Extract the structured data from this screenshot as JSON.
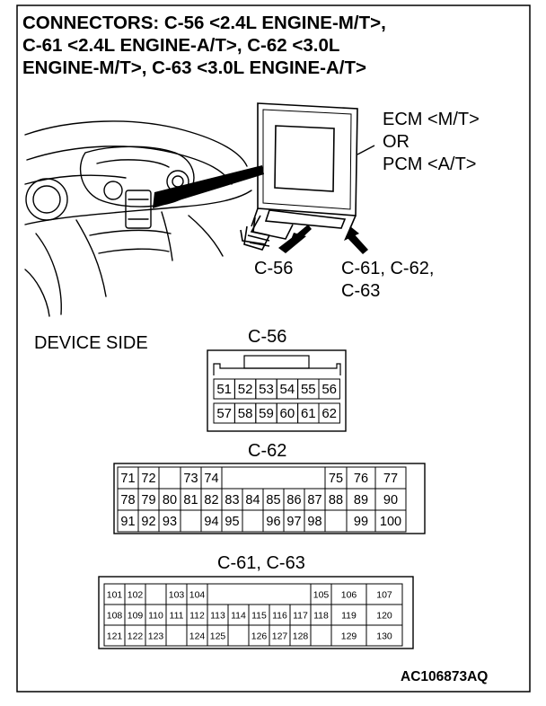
{
  "title": {
    "line1": "CONNECTORS: C-56 <2.4L ENGINE-M/T>,",
    "line2": "C-61 <2.4L ENGINE-A/T>, C-62 <3.0L",
    "line3": "ENGINE-M/T>, C-63 <3.0L ENGINE-A/T>"
  },
  "module_label": {
    "line1": "ECM <M/T>",
    "line2": "OR",
    "line3": "PCM <A/T>"
  },
  "callouts": {
    "left": "C-56",
    "right_line1": "C-61, C-62,",
    "right_line2": "C-63"
  },
  "device_side": "DEVICE SIDE",
  "connectors": {
    "c56": {
      "label": "C-56",
      "row1": [
        "51",
        "52",
        "53",
        "54",
        "55",
        "56"
      ],
      "row2": [
        "57",
        "58",
        "59",
        "60",
        "61",
        "62"
      ]
    },
    "c62": {
      "label": "C-62",
      "row1": [
        "71",
        "72",
        "",
        "73",
        "74",
        "",
        "75",
        "76",
        "77"
      ],
      "row2": [
        "78",
        "79",
        "80",
        "81",
        "82",
        "83",
        "84",
        "85",
        "86",
        "87",
        "88",
        "89",
        "90"
      ],
      "row3": [
        "91",
        "92",
        "93",
        "",
        "94",
        "95",
        "",
        "96",
        "97",
        "98",
        "",
        "99",
        "100"
      ]
    },
    "c61_c63": {
      "label": "C-61, C-63",
      "row1": [
        "101",
        "102",
        "",
        "103",
        "104",
        "",
        "105",
        "106",
        "107"
      ],
      "row2": [
        "108",
        "109",
        "110",
        "111",
        "112",
        "113",
        "114",
        "115",
        "116",
        "117",
        "118",
        "119",
        "120"
      ],
      "row3": [
        "121",
        "122",
        "123",
        "",
        "124",
        "125",
        "",
        "126",
        "127",
        "128",
        "",
        "129",
        "130"
      ]
    }
  },
  "figure_code": "AC106873AQ"
}
